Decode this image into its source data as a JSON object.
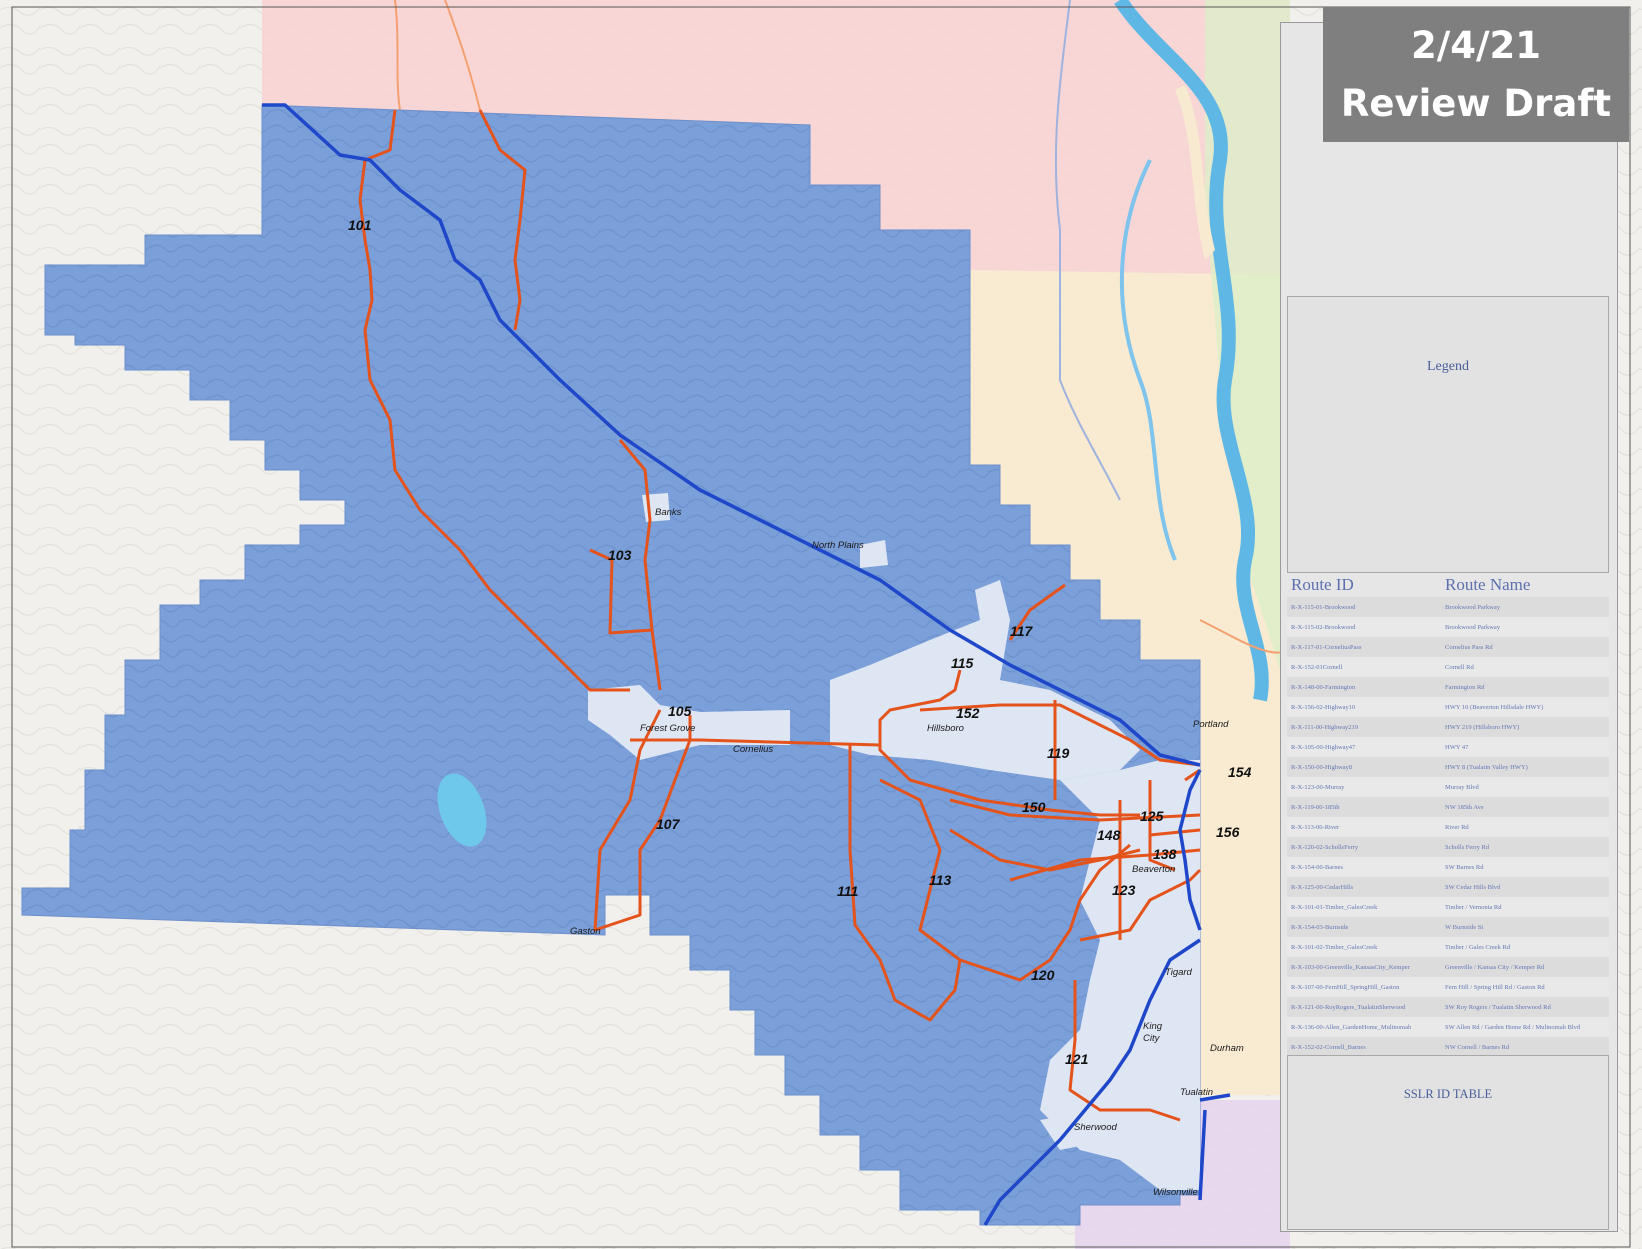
{
  "badge": {
    "date": "2/4/21",
    "status": "Review Draft"
  },
  "legend": {
    "title": "Legend"
  },
  "table": {
    "headers": {
      "route_id": "Route ID",
      "route_name": "Route Name"
    },
    "rows": [
      {
        "id": "R-X-115-01-Brookwood",
        "name": "Brookwood Parkway"
      },
      {
        "id": "R-X-115-02-Brookwood",
        "name": "Brookwood Parkway"
      },
      {
        "id": "R-X-117-01-CorneliusPass",
        "name": "Cornelius Pass Rd"
      },
      {
        "id": "R-X-152-01Cornell",
        "name": "Cornell Rd"
      },
      {
        "id": "R-X-148-00-Farmington",
        "name": "Farmington Rd"
      },
      {
        "id": "R-X-156-02-Highway10",
        "name": "HWY 10 (Beaverton Hillsdale HWY)"
      },
      {
        "id": "R-X-111-00-Highway219",
        "name": "HWY 219 (Hillsboro HWY)"
      },
      {
        "id": "R-X-105-00-Highway47",
        "name": "HWY 47"
      },
      {
        "id": "R-X-150-00-Highway8",
        "name": "HWY 8 (Tualatin Valley HWY)"
      },
      {
        "id": "R-X-123-00-Murray",
        "name": "Murray Blvd"
      },
      {
        "id": "R-X-119-00-185th",
        "name": "NW 185th Ave"
      },
      {
        "id": "R-X-113-00-River",
        "name": "River Rd"
      },
      {
        "id": "R-X-120-02-SchollsFerry",
        "name": "Scholls Ferry Rd"
      },
      {
        "id": "R-X-154-00-Barnes",
        "name": "SW Barnes Rd"
      },
      {
        "id": "R-X-125-00-CedarHills",
        "name": "SW Cedar Hills Blvd"
      },
      {
        "id": "R-X-101-01-Timber_GalesCreek",
        "name": "Timber / Vernonia Rd"
      },
      {
        "id": "R-X-154-03-Burnside",
        "name": "W Burnside St"
      },
      {
        "id": "R-X-101-02-Timber_GalesCreek",
        "name": "Timber / Gales Creek Rd"
      },
      {
        "id": "R-X-103-00-Greenville_KansasCity_Kemper",
        "name": "Greenville / Kansas City / Kemper Rd"
      },
      {
        "id": "R-X-107-00-FernHill_SpringHill_Gaston",
        "name": "Fern Hill / Spring Hill Rd / Gaston Rd"
      },
      {
        "id": "R-X-121-00-RoyRogers_TualatinSherwood",
        "name": "SW Roy Rogers / Tualatin Sherwood Rd"
      },
      {
        "id": "R-X-136-00-Allen_GardenHome_Multnomah",
        "name": "SW Allen Rd / Garden Home Rd / Multnomah Blvd"
      },
      {
        "id": "R-X-152-02-Cornell_Barnes",
        "name": "NW Cornell / Barnes Rd"
      }
    ]
  },
  "sslr": {
    "title": "SSLR ID TABLE"
  },
  "places": {
    "banks": "Banks",
    "north_plains": "North Plains",
    "forest_grove": "Forest Grove",
    "cornelius": "Cornelius",
    "hillsboro": "Hillsboro",
    "portland": "Portland",
    "beaverton": "Beaverton",
    "tigard": "Tigard",
    "king": "King",
    "city": "City",
    "durham": "Durham",
    "tualatin": "Tualatin",
    "sherwood": "Sherwood",
    "wilsonville": "Wilsonville",
    "gaston": "Gaston"
  },
  "routes": {
    "r101": "101",
    "r103": "103",
    "r105": "105",
    "r107": "107",
    "r111": "111",
    "r113": "113",
    "r115": "115",
    "r117": "117",
    "r119": "119",
    "r120": "120",
    "r121": "121",
    "r123": "123",
    "r125": "125",
    "r138": "138",
    "r148": "148",
    "r150": "150",
    "r152": "152",
    "r154": "154",
    "r156": "156"
  },
  "colors": {
    "county_fill": "#7b9fd8",
    "urban_fill": "#dfe6f3",
    "orange_route": "#e4531c",
    "blue_route": "#1f47c9",
    "river": "#5fb7e6",
    "north_tint": "#f7d3d3",
    "east_tint": "#f8ead0",
    "south_tint": "#e6d5ee",
    "green_tint": "#dcefc8",
    "terrain": "#f1f0ec",
    "badge_bg": "#7f7f7f",
    "table_text": "#6577b5"
  }
}
